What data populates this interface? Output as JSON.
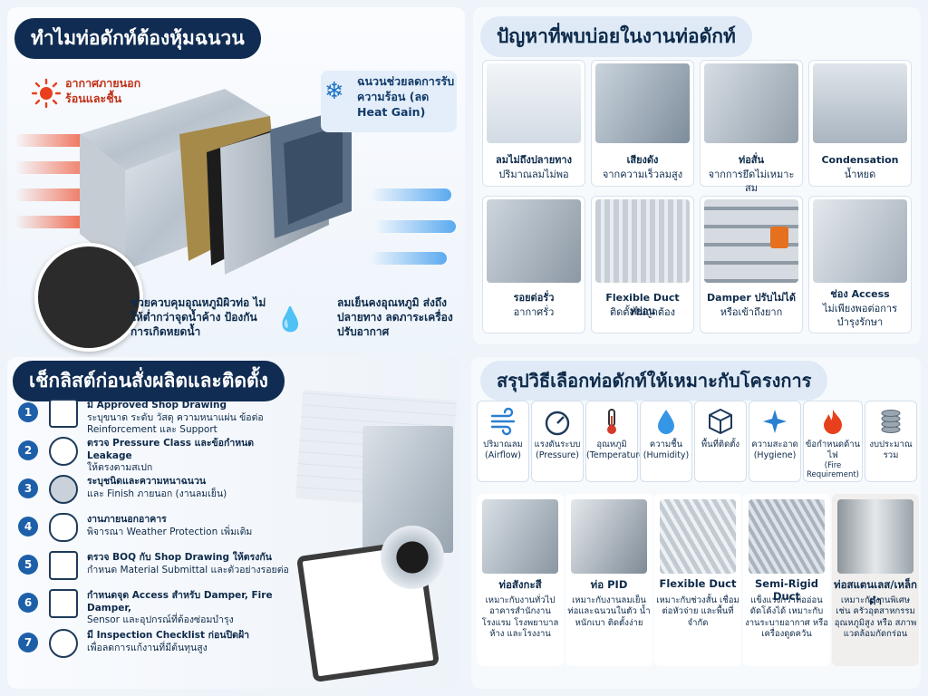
{
  "top_left": {
    "title": "ทำไมท่อดักท์ต้องหุ้มฉนวน",
    "outside_label": "อากาศภายนอก ร้อนและชื้น",
    "insulation_label": "ฉนวนช่วยลดการรับความร้อน (ลด Heat Gain)",
    "condensation_label": "ช่วยควบคุมอุณหภูมิผิวท่อ ไม่ให้ต่ำกว่าจุดน้ำค้าง ป้องกันการเกิดหยดน้ำ",
    "cool_air_label": "ลมเย็นคงอุณหภูมิ ส่งถึงปลายทาง ลดภาระเครื่องปรับอากาศ"
  },
  "top_right": {
    "title": "ปัญหาที่พบบ่อยในงานท่อดักท์",
    "problems": [
      {
        "title": "ลมไม่ถึงปลายทาง",
        "desc": "ปริมาณลมไม่พอ"
      },
      {
        "title": "เสียงดัง",
        "desc": "จากความเร็วลมสูง"
      },
      {
        "title": "ท่อสั่น",
        "desc": "จากการยึดไม่เหมาะสม"
      },
      {
        "title": "Condensation",
        "desc": "น้ำหยด"
      },
      {
        "title": "รอยต่อรั่ว",
        "desc": "อากาศรั่ว"
      },
      {
        "title": "Flexible Duct หย่อน",
        "desc": "ติดตั้งไม่ถูกต้อง"
      },
      {
        "title": "Damper ปรับไม่ได้",
        "desc": "หรือเข้าถึงยาก"
      },
      {
        "title": "ช่อง Access",
        "desc": "ไม่เพียงพอต่อการบำรุงรักษา"
      }
    ]
  },
  "bottom_left": {
    "title": "เช็กลิสต์ก่อนสั่งผลิตและติดตั้ง",
    "items": [
      {
        "num": "1",
        "title": "มี Approved Shop Drawing",
        "desc": "ระบุขนาด ระดับ วัสดุ ความหนาแผ่น ข้อต่อ Reinforcement และ Support"
      },
      {
        "num": "2",
        "title": "ตรวจ Pressure Class และข้อกำหนด Leakage",
        "desc": "ให้ตรงตามสเปก"
      },
      {
        "num": "3",
        "title": "ระบุชนิดและความหนาฉนวน",
        "desc": "และ Finish ภายนอก (งานลมเย็น)"
      },
      {
        "num": "4",
        "title": "งานภายนอกอาคาร",
        "desc": "พิจารณา Weather Protection เพิ่มเติม"
      },
      {
        "num": "5",
        "title": "ตรวจ BOQ กับ Shop Drawing ให้ตรงกัน",
        "desc": "กำหนด Material Submittal และตัวอย่างรอยต่อ"
      },
      {
        "num": "6",
        "title": "กำหนดจุด Access สำหรับ Damper, Fire Damper,",
        "desc": "Sensor และอุปกรณ์ที่ต้องซ่อมบำรุง"
      },
      {
        "num": "7",
        "title": "มี Inspection Checklist ก่อนปิดฝ้า",
        "desc": "เพื่อลดการแก้งานที่มีต้นทุนสูง"
      }
    ]
  },
  "bottom_right": {
    "title": "สรุปวิธีเลือกท่อดักท์ให้เหมาะกับโครงการ",
    "factors": [
      {
        "th": "ปริมาณลม",
        "en": "(Airflow)",
        "icon": "wind-icon"
      },
      {
        "th": "แรงดันระบบ",
        "en": "(Pressure)",
        "icon": "gauge-icon"
      },
      {
        "th": "อุณหภูมิ",
        "en": "(Temperature)",
        "icon": "thermometer-icon"
      },
      {
        "th": "ความชื้น",
        "en": "(Humidity)",
        "icon": "droplet-icon"
      },
      {
        "th": "พื้นที่ติดตั้ง",
        "en": "",
        "icon": "box-icon"
      },
      {
        "th": "ความสะอาด",
        "en": "(Hygiene)",
        "icon": "sparkle-icon"
      },
      {
        "th": "ข้อกำหนดด้านไฟ",
        "en": "(Fire Requirement)",
        "icon": "fire-icon"
      },
      {
        "th": "งบประมาณรวม",
        "en": "",
        "icon": "coins-icon"
      }
    ],
    "duct_types": [
      {
        "title": "ท่อสังกะสี",
        "desc": "เหมาะกับงานทั่วไป อาคารสำนักงาน โรงแรม โรงพยาบาล ห้าง และโรงงาน"
      },
      {
        "title": "ท่อ PID",
        "desc": "เหมาะกับงานลมเย็น ท่อและฉนวนในตัว น้ำหนักเบา ติดตั้งง่าย"
      },
      {
        "title": "Flexible Duct",
        "desc": "เหมาะกับช่วงสั้น เชื่อมต่อหัวจ่าย และพื้นที่จำกัด"
      },
      {
        "title": "Semi-Rigid Duct",
        "desc": "แข็งแรงกว่าท่ออ่อน ดัดโค้งได้ เหมาะกับงานระบายอากาศ หรือเครื่องดูดควัน"
      },
      {
        "title": "ท่อสแตนเลส/เหล็กดำ",
        "desc": "เหมาะกับงานพิเศษ เช่น ครัวอุตสาหกรรม อุณหภูมิสูง หรือ สภาพแวดล้อมกัดกร่อน"
      }
    ]
  }
}
